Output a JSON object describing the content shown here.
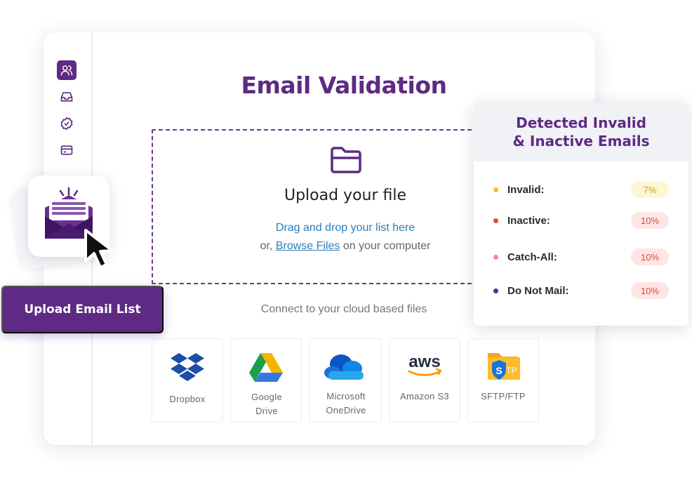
{
  "header": {
    "title": "Email Validation"
  },
  "upload": {
    "title": "Upload your file",
    "line1": "Drag and drop your list here",
    "line2_prefix": "or, ",
    "browse_link": "Browse Files",
    "line2_suffix": " on your computer"
  },
  "cloud": {
    "heading": "Connect to your cloud based files",
    "providers": [
      {
        "label": "Dropbox",
        "icon": "dropbox-icon"
      },
      {
        "label": "Google Drive",
        "icon": "google-drive-icon"
      },
      {
        "label": "Microsoft OneDrive",
        "icon": "onedrive-icon"
      },
      {
        "label": "Amazon S3",
        "icon": "aws-icon"
      },
      {
        "label": "SFTP/FTP",
        "icon": "sftp-folder-icon"
      }
    ]
  },
  "stats": {
    "title_line1": "Detected Invalid",
    "title_line2": "& Inactive Emails",
    "rows": [
      {
        "label": "Invalid:",
        "value": "7%",
        "dot": "#f5c518",
        "badge_bg": "#fdf6d3",
        "badge_fg": "#d4a012"
      },
      {
        "label": "Inactive:",
        "value": "10%",
        "dot": "#e0483b",
        "badge_bg": "#fde6e4",
        "badge_fg": "#e0483b"
      },
      {
        "label": "Catch-All:",
        "value": "10%",
        "dot": "#f28b82",
        "badge_bg": "#fde6e4",
        "badge_fg": "#e0483b"
      },
      {
        "label": "Do Not Mail:",
        "value": "10%",
        "dot": "#5e2a84",
        "badge_bg": "#fde6e4",
        "badge_fg": "#e0483b"
      }
    ]
  },
  "cta": {
    "label": "Upload Email List"
  },
  "sidebar": {
    "icons": [
      "users-icon",
      "inbox-icon",
      "verified-badge-icon",
      "credit-card-icon"
    ]
  },
  "colors": {
    "brand": "#5e2a84",
    "link": "#2d7fb8"
  },
  "aws_wordmark": "aws",
  "sftp_badge": "FTP"
}
